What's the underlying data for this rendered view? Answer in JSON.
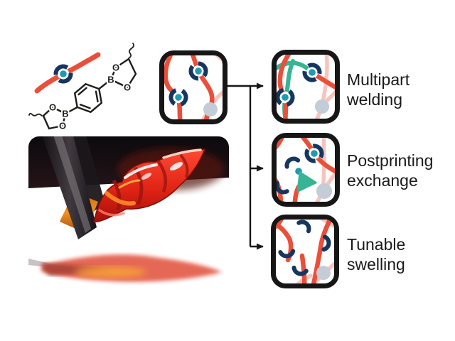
{
  "captions": {
    "multipart_welding": "Multipart welding",
    "postprinting_exchange": "Postprinting exchange",
    "tunable_swelling": "Tunable swelling"
  },
  "scheme": {
    "atoms": {
      "b1": "B",
      "o1": "O",
      "o2": "O",
      "b2": "B",
      "o3": "O",
      "o4": "O"
    }
  },
  "icons": {
    "crosslink": "boronic-ester-crosslink-icon",
    "half_crosslink": "open-crosslink-arc-icon",
    "pendant_unit": "gray-pendant-dot-icon",
    "exchange_unit": "green-triangle-exchanger-icon"
  },
  "palette": {
    "strand_red": "#ea4f3a",
    "strand_pink": "#f7c4bd",
    "crosslink_navy": "#15365f",
    "crosslink_teal": "#1f9aae",
    "new_strand_green": "#36b493",
    "free_unit_gray": "#c3ccd7",
    "box_border": "#161616",
    "arrow": "#161616",
    "bond": "#1d1d1b",
    "text": "#191919",
    "print_red": "#e02415",
    "print_orange": "#f09322"
  }
}
